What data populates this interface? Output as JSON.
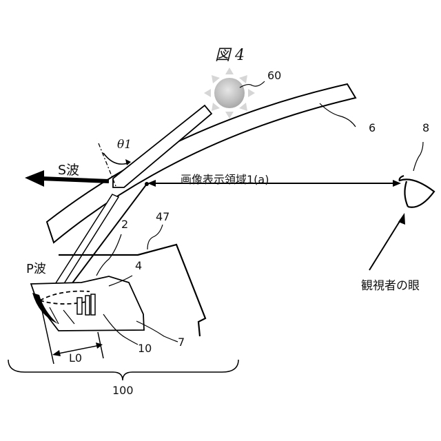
{
  "figure": {
    "title": "図 4"
  },
  "labels": {
    "sun": "60",
    "windshield": "6",
    "eye": "8",
    "theta": "θ1",
    "s_wave": "S波",
    "p_wave": "P波",
    "image_region": "画像表示領域1(a)",
    "hud_cover": "47",
    "part2": "2",
    "part4": "4",
    "part7": "7",
    "part10": "10",
    "distance": "L0",
    "device": "100",
    "observer_eye": "観視者の眼"
  }
}
